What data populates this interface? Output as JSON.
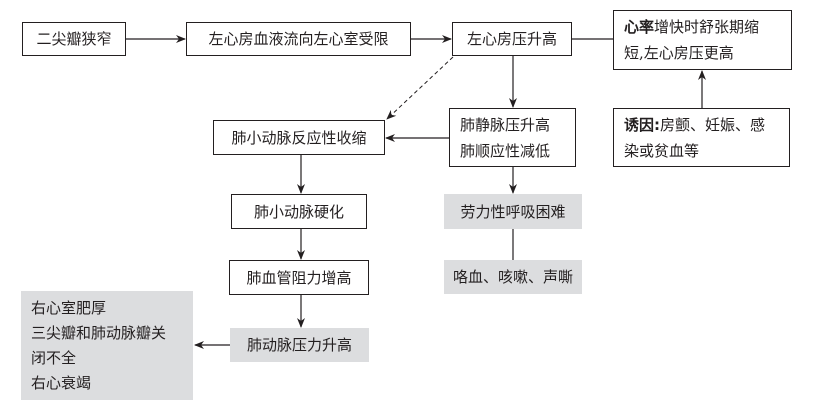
{
  "diagram": {
    "title": "",
    "nodes": {
      "mitral_stenosis": {
        "label": "二尖瓣狭窄"
      },
      "la_flow_limited": {
        "label": "左心房血液流向左心室受限"
      },
      "la_pressure_up": {
        "label": "左心房压升高"
      },
      "tachycardia": {
        "bold": "心率",
        "line1": "增快时舒张期缩",
        "line2": "短,左心房压更高"
      },
      "triggers": {
        "bold": "诱因:",
        "line1": "房颤、妊娠、感",
        "line2": "染或贫血等"
      },
      "pulm_vein": {
        "line1": "肺静脉压升高",
        "line2": "肺顺应性减低"
      },
      "pulm_arteriole_constrict": {
        "label": "肺小动脉反应性收缩"
      },
      "pulm_arteriole_harden": {
        "label": "肺小动脉硬化"
      },
      "pvr_up": {
        "label": "肺血管阻力增高"
      },
      "pa_pressure_up": {
        "label": "肺动脉压力升高"
      },
      "dyspnea": {
        "label": "劳力性呼吸困难"
      },
      "hemoptysis": {
        "label": "咯血、咳嗽、声嘶"
      },
      "complications": {
        "lines": [
          "右心室肥厚",
          "三尖瓣和肺动脉瓣关",
          "闭不全",
          "右心衰竭"
        ]
      }
    },
    "edges": [
      {
        "from": "mitral_stenosis",
        "to": "la_flow_limited",
        "style": "solid",
        "arrow": true
      },
      {
        "from": "la_flow_limited",
        "to": "la_pressure_up",
        "style": "solid",
        "arrow": true
      },
      {
        "from": "la_pressure_up",
        "to": "tachycardia",
        "style": "solid",
        "arrow": false
      },
      {
        "from": "triggers",
        "to": "tachycardia",
        "style": "solid",
        "arrow": true
      },
      {
        "from": "la_pressure_up",
        "to": "pulm_vein",
        "style": "solid",
        "arrow": true
      },
      {
        "from": "la_pressure_up",
        "to": "pulm_arteriole_constrict",
        "style": "dashed",
        "arrow": true
      },
      {
        "from": "pulm_vein",
        "to": "pulm_arteriole_constrict",
        "style": "solid",
        "arrow": true
      },
      {
        "from": "pulm_vein",
        "to": "dyspnea",
        "style": "solid",
        "arrow": true
      },
      {
        "from": "dyspnea",
        "to": "hemoptysis",
        "style": "solid",
        "arrow": false
      },
      {
        "from": "pulm_arteriole_constrict",
        "to": "pulm_arteriole_harden",
        "style": "solid",
        "arrow": true
      },
      {
        "from": "pulm_arteriole_harden",
        "to": "pvr_up",
        "style": "solid",
        "arrow": true
      },
      {
        "from": "pvr_up",
        "to": "pa_pressure_up",
        "style": "solid",
        "arrow": true
      },
      {
        "from": "pa_pressure_up",
        "to": "complications",
        "style": "solid",
        "arrow": true
      }
    ]
  }
}
